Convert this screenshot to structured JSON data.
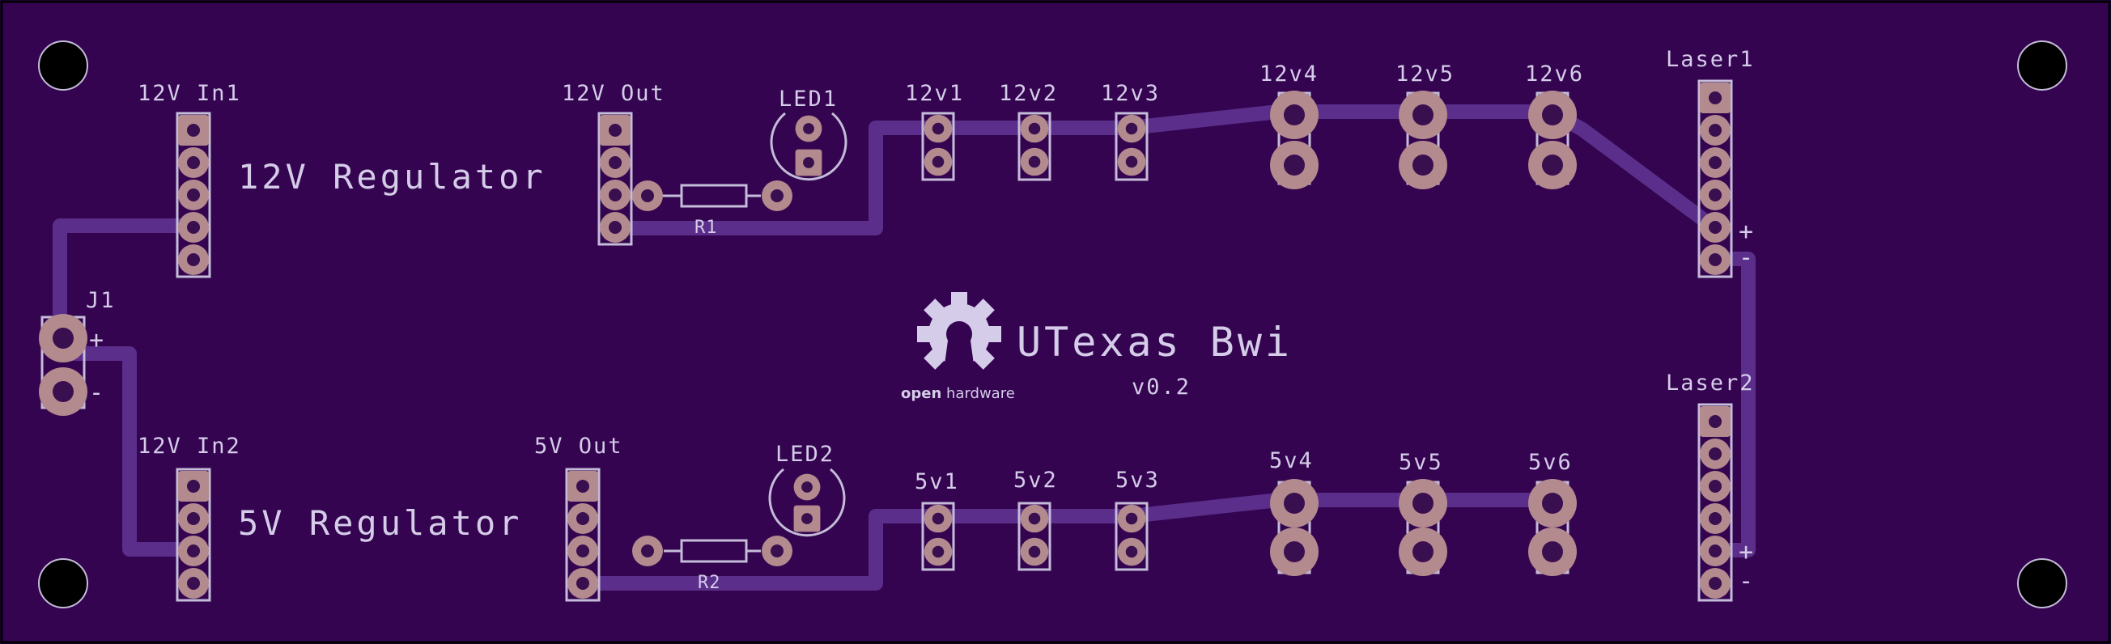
{
  "board": {
    "title": "UTexas Bwi",
    "version": "v0.2",
    "regulators": {
      "top": "12V Regulator",
      "bottom": "5V Regulator"
    },
    "oshw_logo": {
      "icon": "gear-icon",
      "bold_text": "open",
      "text": "hardware"
    },
    "connector_j1": {
      "label": "J1",
      "plus": "+",
      "minus": "-"
    },
    "headers": {
      "in1": "12V In1",
      "in2": "12V In2",
      "out12": "12V Out",
      "out5": "5V Out"
    },
    "leds": {
      "led1": "LED1",
      "led2": "LED2"
    },
    "resistors": {
      "r1": "R1",
      "r2": "R2"
    },
    "outputs_12v": [
      "12v1",
      "12v2",
      "12v3",
      "12v4",
      "12v5",
      "12v6"
    ],
    "outputs_5v": [
      "5v1",
      "5v2",
      "5v3",
      "5v4",
      "5v5",
      "5v6"
    ],
    "lasers": {
      "laser1": "Laser1",
      "laser2": "Laser2",
      "plus": "+",
      "minus": "-"
    },
    "colors": {
      "board": "#340450",
      "trace": "#5a2e8a",
      "silkscreen": "#d4cce8",
      "pad": "#b38a8e"
    }
  }
}
